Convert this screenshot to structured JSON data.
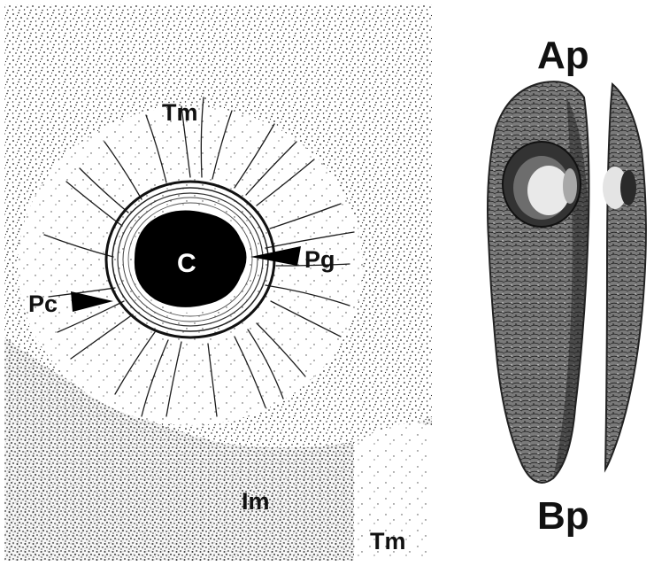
{
  "panel_left": {
    "labels": {
      "tm_top": "Tm",
      "center": "C",
      "pg": "Pg",
      "pc": "Pc",
      "im": "Im",
      "tm_bottom": "Tm"
    }
  },
  "panel_right": {
    "labels": {
      "apical": "Ap",
      "basal": "Bp"
    }
  }
}
